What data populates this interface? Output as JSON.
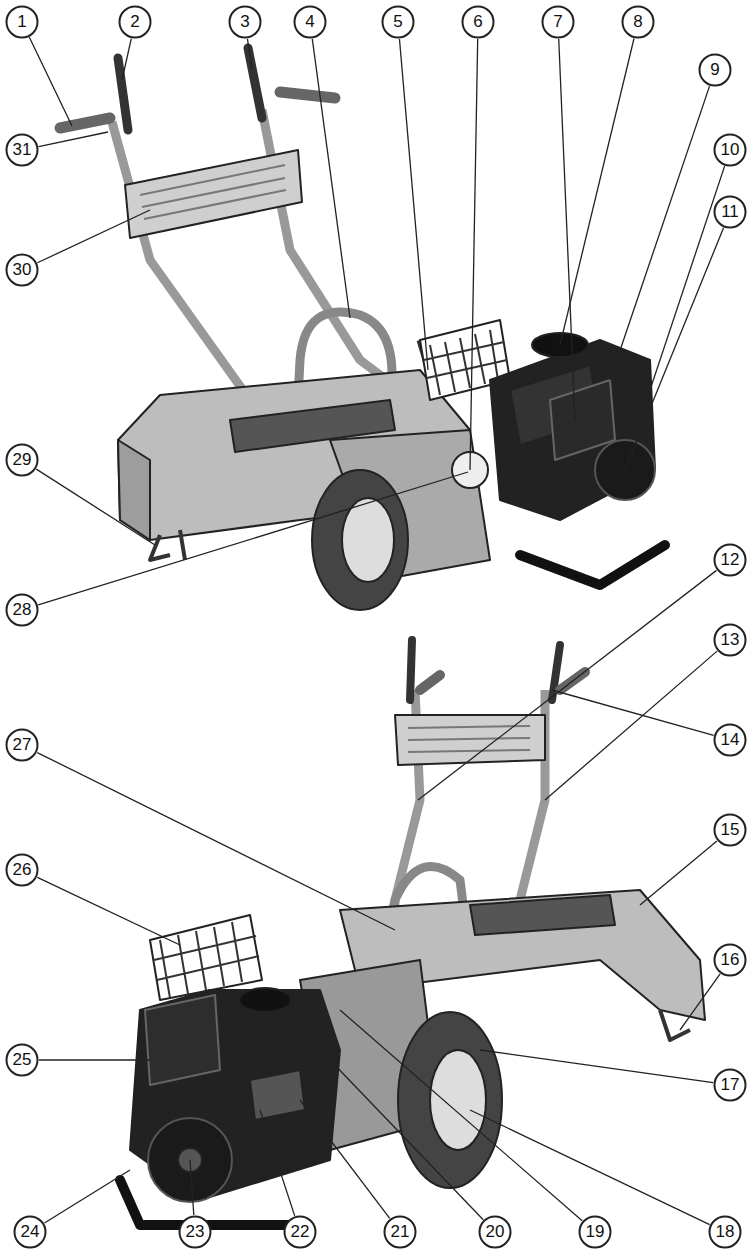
{
  "diagram": {
    "nodes": [
      {
        "text": [
          "1"
        ]
      },
      {
        "text": [
          "2"
        ]
      },
      {
        "text": [
          "3"
        ]
      },
      {
        "text": [
          "4"
        ]
      },
      {
        "text": [
          "5"
        ]
      },
      {
        "text": [
          "6"
        ]
      },
      {
        "text": [
          "7"
        ]
      },
      {
        "text": [
          "8"
        ]
      },
      {
        "text": [
          "9"
        ]
      },
      {
        "text": [
          "31"
        ]
      },
      {
        "text": [
          "10"
        ]
      },
      {
        "text": [
          "11"
        ]
      },
      {
        "text": [
          "30"
        ]
      },
      {
        "text": [
          "29"
        ]
      },
      {
        "text": [
          "12"
        ]
      },
      {
        "text": [
          "28"
        ]
      },
      {
        "text": [
          "13"
        ]
      },
      {
        "text": [
          "27"
        ]
      },
      {
        "text": [
          "14"
        ]
      },
      {
        "text": [
          "15"
        ]
      },
      {
        "text": [
          "26"
        ]
      },
      {
        "text": [
          "16"
        ]
      },
      {
        "text": [
          "25"
        ]
      },
      {
        "text": [
          "17"
        ]
      },
      {
        "text": [
          "24"
        ]
      },
      {
        "text": [
          "23"
        ]
      },
      {
        "text": [
          "22"
        ]
      },
      {
        "text": [
          "21"
        ]
      },
      {
        "text": [
          "20"
        ]
      },
      {
        "text": [
          "19"
        ]
      },
      {
        "text": [
          "18"
        ]
      }
    ]
  }
}
